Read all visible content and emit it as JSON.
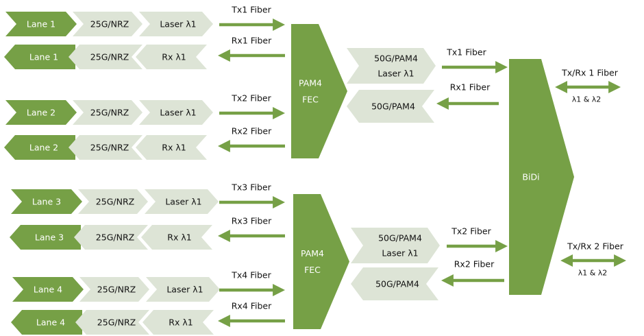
{
  "colors": {
    "dark_green": "#76a046",
    "light_green": "#dde4d6",
    "text_dark": "#111111",
    "text_light": "#ffffff"
  },
  "groups": [
    {
      "lanes": [
        {
          "tx": {
            "lane": "Lane 1",
            "encoding": "25G/NRZ",
            "optic": "Laser λ1",
            "fiber": "Tx1 Fiber"
          },
          "rx": {
            "lane": "Lane 1",
            "encoding": "25G/NRZ",
            "optic": "Rx λ1",
            "fiber": "Rx1 Fiber"
          }
        },
        {
          "tx": {
            "lane": "Lane 2",
            "encoding": "25G/NRZ",
            "optic": "Laser λ1",
            "fiber": "Tx2 Fiber"
          },
          "rx": {
            "lane": "Lane 2",
            "encoding": "25G/NRZ",
            "optic": "Rx λ1",
            "fiber": "Rx2 Fiber"
          }
        }
      ],
      "fec": {
        "line1": "PAM4",
        "line2": "FEC"
      },
      "pam4_tx": {
        "line1": "50G/PAM4",
        "line2": "Laser λ1"
      },
      "pam4_rx": {
        "line1": "50G/PAM4"
      },
      "tx_fiber": "Tx1 Fiber",
      "rx_fiber": "Rx1 Fiber",
      "bidi_fiber": {
        "label": "Tx/Rx 1 Fiber",
        "wavelengths": "λ1 & λ2"
      }
    },
    {
      "lanes": [
        {
          "tx": {
            "lane": "Lane 3",
            "encoding": "25G/NRZ",
            "optic": "Laser λ1",
            "fiber": "Tx3 Fiber"
          },
          "rx": {
            "lane": "Lane 3",
            "encoding": "25G/NRZ",
            "optic": "Rx λ1",
            "fiber": "Rx3 Fiber"
          }
        },
        {
          "tx": {
            "lane": "Lane 4",
            "encoding": "25G/NRZ",
            "optic": "Laser λ1",
            "fiber": "Tx4 Fiber"
          },
          "rx": {
            "lane": "Lane 4",
            "encoding": "25G/NRZ",
            "optic": "Rx λ1",
            "fiber": "Rx4 Fiber"
          }
        }
      ],
      "fec": {
        "line1": "PAM4",
        "line2": "FEC"
      },
      "pam4_tx": {
        "line1": "50G/PAM4",
        "line2": "Laser λ1"
      },
      "pam4_rx": {
        "line1": "50G/PAM4"
      },
      "tx_fiber": "Tx2 Fiber",
      "rx_fiber": "Rx2 Fiber",
      "bidi_fiber": {
        "label": "Tx/Rx 2 Fiber",
        "wavelengths": "λ1 & λ2"
      }
    }
  ],
  "bidi": {
    "label": "BiDi"
  }
}
